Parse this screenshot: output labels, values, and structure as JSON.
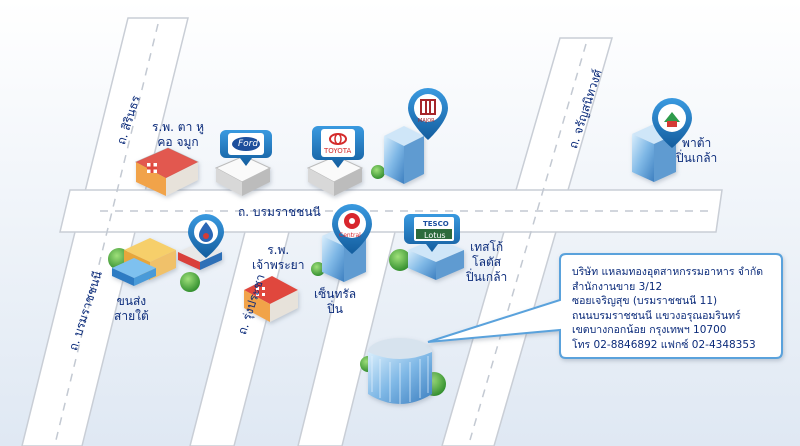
{
  "roads": {
    "sirindhorn": "ถ. สิรินธร",
    "borommaratchachonnani_h": "ถ. บรมราชชนนี",
    "borommaratchachonnani_v": "ถ. บรมราชชนนี",
    "rung_prachar": "ถ. รุ่งประชา",
    "charan_sanitwong": "ถ. จรัญสนิทวงศ์"
  },
  "places": {
    "ent_hospital": "ร.พ. ตา หู\nคอ จมูก",
    "chao_phraya_hospital": "ร.พ.\nเจ้าพระยา",
    "southern_bus_terminal": "ขนส่ง\nสายใต้",
    "central_pinklao": "เซ็นทรัล\nปิ่น",
    "tesco_lotus": "เทสโก้\nโลตัส\nปิ่นเกล้า",
    "pata_pinklao": "พาต้า\nปิ่นเกล้า"
  },
  "logos": {
    "ford": "Ford",
    "toyota": "TOYOTA",
    "major": "MAJOR",
    "central": "Central",
    "tesco_top": "TESCO",
    "tesco_bottom": "Lotus"
  },
  "company": {
    "line1": "บริษัท แหลมทองอุตสาหกรรมอาหาร จำกัด",
    "line2": "สำนักงานขาย 3/12",
    "line3": "ซอยเจริญสุข (บรมราชชนนี 11)",
    "line4": "ถนนบรมราชชนนี   แขวงอรุณอมรินทร์",
    "line5": "เขตบางกอกน้อย   กรุงเทพฯ 10700",
    "line6": "โทร 02-8846892  แฟกซ์ 02-4348353"
  },
  "colors": {
    "text": "#0b2b7a",
    "road": "#ffffff",
    "road_edge": "#d2d6dc",
    "pin_blue": "#1f7fc4",
    "bubble_border": "#5aa2dc"
  }
}
